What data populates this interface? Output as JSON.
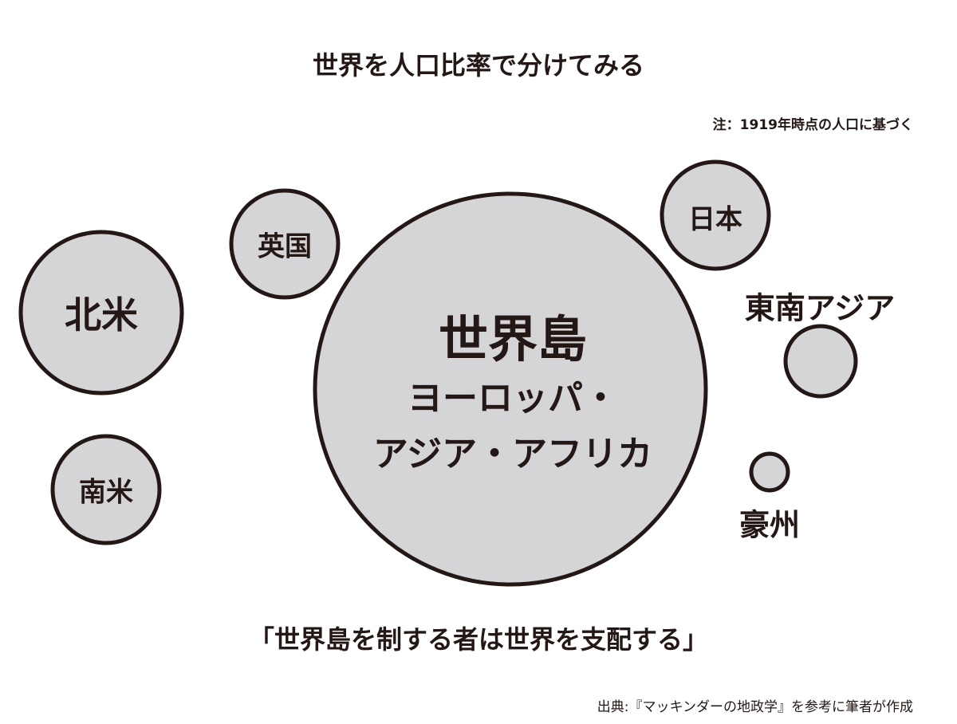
{
  "title": "世界を人口比率で分けてみる",
  "note": "注：1919年時点の人口に基づく",
  "regions": {
    "world_island": {
      "line1": "世界島",
      "line2": "ヨーロッパ・",
      "line3": "アジア・アフリカ"
    },
    "north_america": "北米",
    "south_america": "南米",
    "uk": "英国",
    "japan": "日本",
    "southeast_asia": "東南アジア",
    "australia": "豪州"
  },
  "quote": "「世界島を制する者は世界を支配する」",
  "source": "出典:『マッキンダーの地政学』を参考に筆者が作成",
  "colors": {
    "fill": "#d5d4d6",
    "stroke": "#231815"
  }
}
